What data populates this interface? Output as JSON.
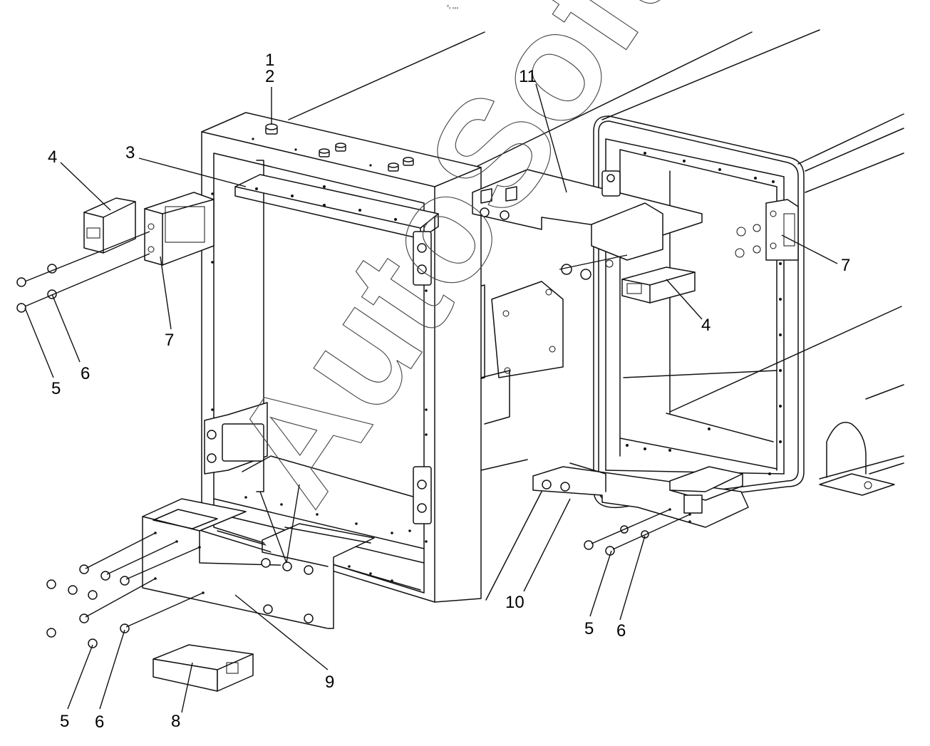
{
  "header_mark": "⁰₀ ₀₀₀",
  "watermark_text": "AutoSoft",
  "callouts": {
    "c1": "1",
    "c2": "2",
    "c3": "3",
    "c4_left": "4",
    "c4_right": "4",
    "c5_left": "5",
    "c6_left": "6",
    "c7_left": "7",
    "c7_right": "7",
    "c5_right": "5",
    "c6_right": "6",
    "c10": "10",
    "c11": "11",
    "c9": "9",
    "c8": "8",
    "c5_bottom": "5",
    "c6_bottom": "6"
  }
}
